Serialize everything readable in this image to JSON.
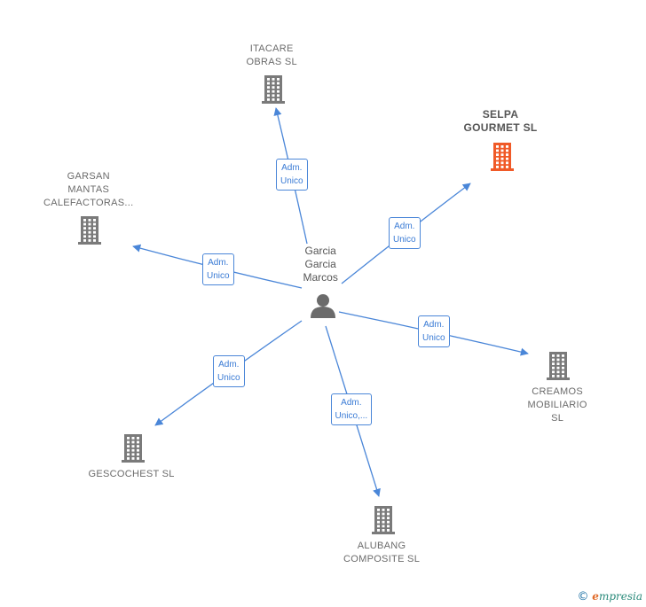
{
  "center": {
    "name_lines": [
      "Garcia",
      "Garcia",
      "Marcos"
    ],
    "icon": "person-icon"
  },
  "companies": [
    {
      "id": "itacare",
      "label_lines": [
        "ITACARE",
        "OBRAS SL"
      ],
      "highlight": false,
      "icon": "building-icon"
    },
    {
      "id": "selpa",
      "label_lines": [
        "SELPA",
        "GOURMET  SL"
      ],
      "highlight": true,
      "icon": "building-icon"
    },
    {
      "id": "garsan",
      "label_lines": [
        "GARSAN",
        "MANTAS",
        "CALEFACTORAS..."
      ],
      "highlight": false,
      "icon": "building-icon"
    },
    {
      "id": "creamos",
      "label_lines": [
        "CREAMOS",
        "MOBILIARIO",
        "SL"
      ],
      "highlight": false,
      "icon": "building-icon"
    },
    {
      "id": "gescochest",
      "label_lines": [
        "GESCOCHEST SL"
      ],
      "highlight": false,
      "icon": "building-icon"
    },
    {
      "id": "alubang",
      "label_lines": [
        "ALUBANG",
        "COMPOSITE SL"
      ],
      "highlight": false,
      "icon": "building-icon"
    }
  ],
  "edges": [
    {
      "to": "itacare",
      "label_lines": [
        "Adm.",
        "Unico"
      ]
    },
    {
      "to": "selpa",
      "label_lines": [
        "Adm.",
        "Unico"
      ]
    },
    {
      "to": "garsan",
      "label_lines": [
        "Adm.",
        "Unico"
      ]
    },
    {
      "to": "creamos",
      "label_lines": [
        "Adm.",
        "Unico"
      ]
    },
    {
      "to": "gescochest",
      "label_lines": [
        "Adm.",
        "Unico"
      ]
    },
    {
      "to": "alubang",
      "label_lines": [
        "Adm.",
        "Unico,..."
      ]
    }
  ],
  "colors": {
    "edge": "#4a86d8",
    "building": "#7a7a7a",
    "building_highlight": "#f05a28",
    "person": "#6b6b6b"
  },
  "footer": {
    "copyright": "©",
    "brand_initial": "e",
    "brand_rest": "mpresia"
  }
}
